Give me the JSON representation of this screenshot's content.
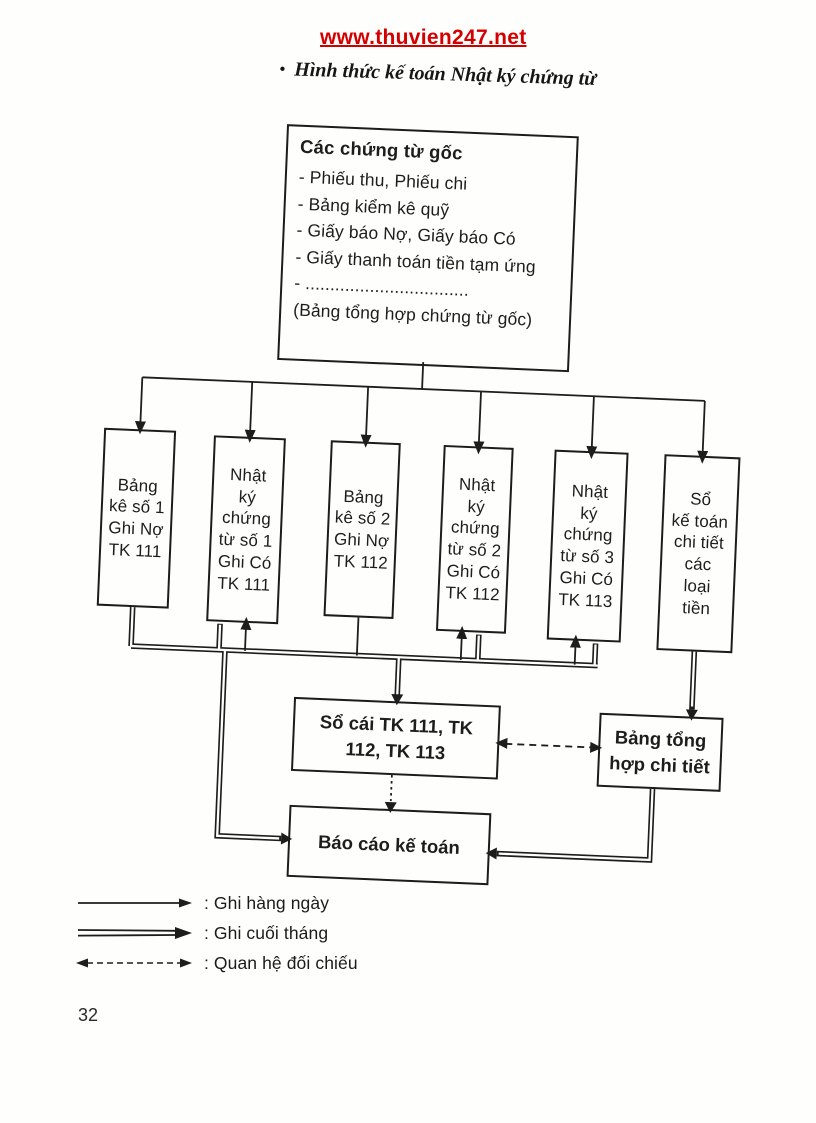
{
  "page": {
    "header_link": "www.thuvien247.net",
    "title_bullet": "•",
    "title": "Hình thức kế toán Nhật ký chứng từ",
    "page_number": "32"
  },
  "colors": {
    "link_red": "#d40000",
    "ink": "#1d1d1d"
  },
  "diagram": {
    "source_box": {
      "title": "Các chứng từ gốc",
      "items": [
        "- Phiếu thu, Phiếu chi",
        "- Bảng kiểm kê quỹ",
        "- Giấy báo Nợ, Giấy báo Có",
        "- Giấy thanh toán tiền tạm ứng",
        "- .................................",
        "(Bảng tổng hợp chứng từ gốc)"
      ]
    },
    "row_boxes": [
      {
        "label": "Bảng\nkê số 1\nGhi Nợ\nTK 111"
      },
      {
        "label": "Nhật\nký\nchứng\ntừ số 1\nGhi Có\nTK 111"
      },
      {
        "label": "Bảng\nkê số 2\nGhi Nợ\nTK 112"
      },
      {
        "label": "Nhật\nký\nchứng\ntừ số 2\nGhi Có\nTK 112"
      },
      {
        "label": "Nhật\nký\nchứng\ntừ số 3\nGhi Có\nTK 113"
      },
      {
        "label": "Sổ\nkế toán\nchi tiết\ncác\nloại\ntiền"
      }
    ],
    "general_ledger_box": "Sổ cái TK 111, TK\n112, TK 113",
    "detail_summary_box": "Bảng tổng\nhợp chi tiết",
    "report_box": "Báo cáo kế toán",
    "legend": [
      {
        "style": "single-arrow",
        "label": ": Ghi hàng ngày"
      },
      {
        "style": "double-arrow",
        "label": ": Ghi cuối tháng"
      },
      {
        "style": "dashed-arrow",
        "label": ": Quan hệ đối chiếu"
      }
    ]
  }
}
